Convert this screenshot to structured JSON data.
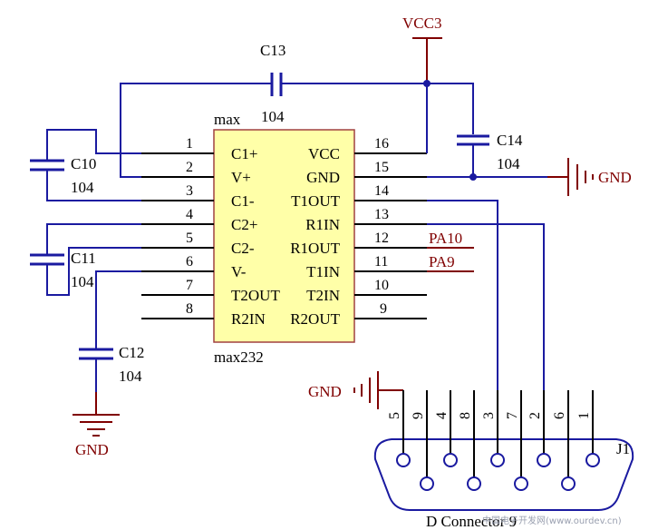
{
  "chip": {
    "ref": "max",
    "part": "max232",
    "left_pins": [
      {
        "num": "1",
        "name": "C1+"
      },
      {
        "num": "2",
        "name": "V+"
      },
      {
        "num": "3",
        "name": "C1-"
      },
      {
        "num": "4",
        "name": "C2+"
      },
      {
        "num": "5",
        "name": "C2-"
      },
      {
        "num": "6",
        "name": "V-"
      },
      {
        "num": "7",
        "name": "T2OUT"
      },
      {
        "num": "8",
        "name": "R2IN"
      }
    ],
    "right_pins": [
      {
        "num": "16",
        "name": "VCC"
      },
      {
        "num": "15",
        "name": "GND"
      },
      {
        "num": "14",
        "name": "T1OUT"
      },
      {
        "num": "13",
        "name": "R1IN"
      },
      {
        "num": "12",
        "name": "R1OUT"
      },
      {
        "num": "11",
        "name": "T1IN"
      },
      {
        "num": "10",
        "name": "T2IN"
      },
      {
        "num": "9",
        "name": "R2OUT"
      }
    ]
  },
  "capacitors": [
    {
      "ref": "C13",
      "value": "104"
    },
    {
      "ref": "C14",
      "value": "104"
    },
    {
      "ref": "C10",
      "value": "104"
    },
    {
      "ref": "C11",
      "value": "104"
    },
    {
      "ref": "C12",
      "value": "104"
    }
  ],
  "power": {
    "vcc": "VCC3",
    "gnd_right": "GND",
    "gnd_bottom": "GND",
    "gnd_connector": "GND"
  },
  "nets": {
    "pa10": "PA10",
    "pa9": "PA9"
  },
  "connector": {
    "ref": "J1",
    "name": "D Connector 9",
    "pins": [
      "5",
      "9",
      "4",
      "8",
      "3",
      "7",
      "2",
      "6",
      "1"
    ]
  },
  "watermark": "中国电子开发网(www.ourdev.cn)",
  "colors": {
    "wire": "#1a1aa0",
    "chip_fill": "#ffffa8",
    "label": "#800000"
  }
}
